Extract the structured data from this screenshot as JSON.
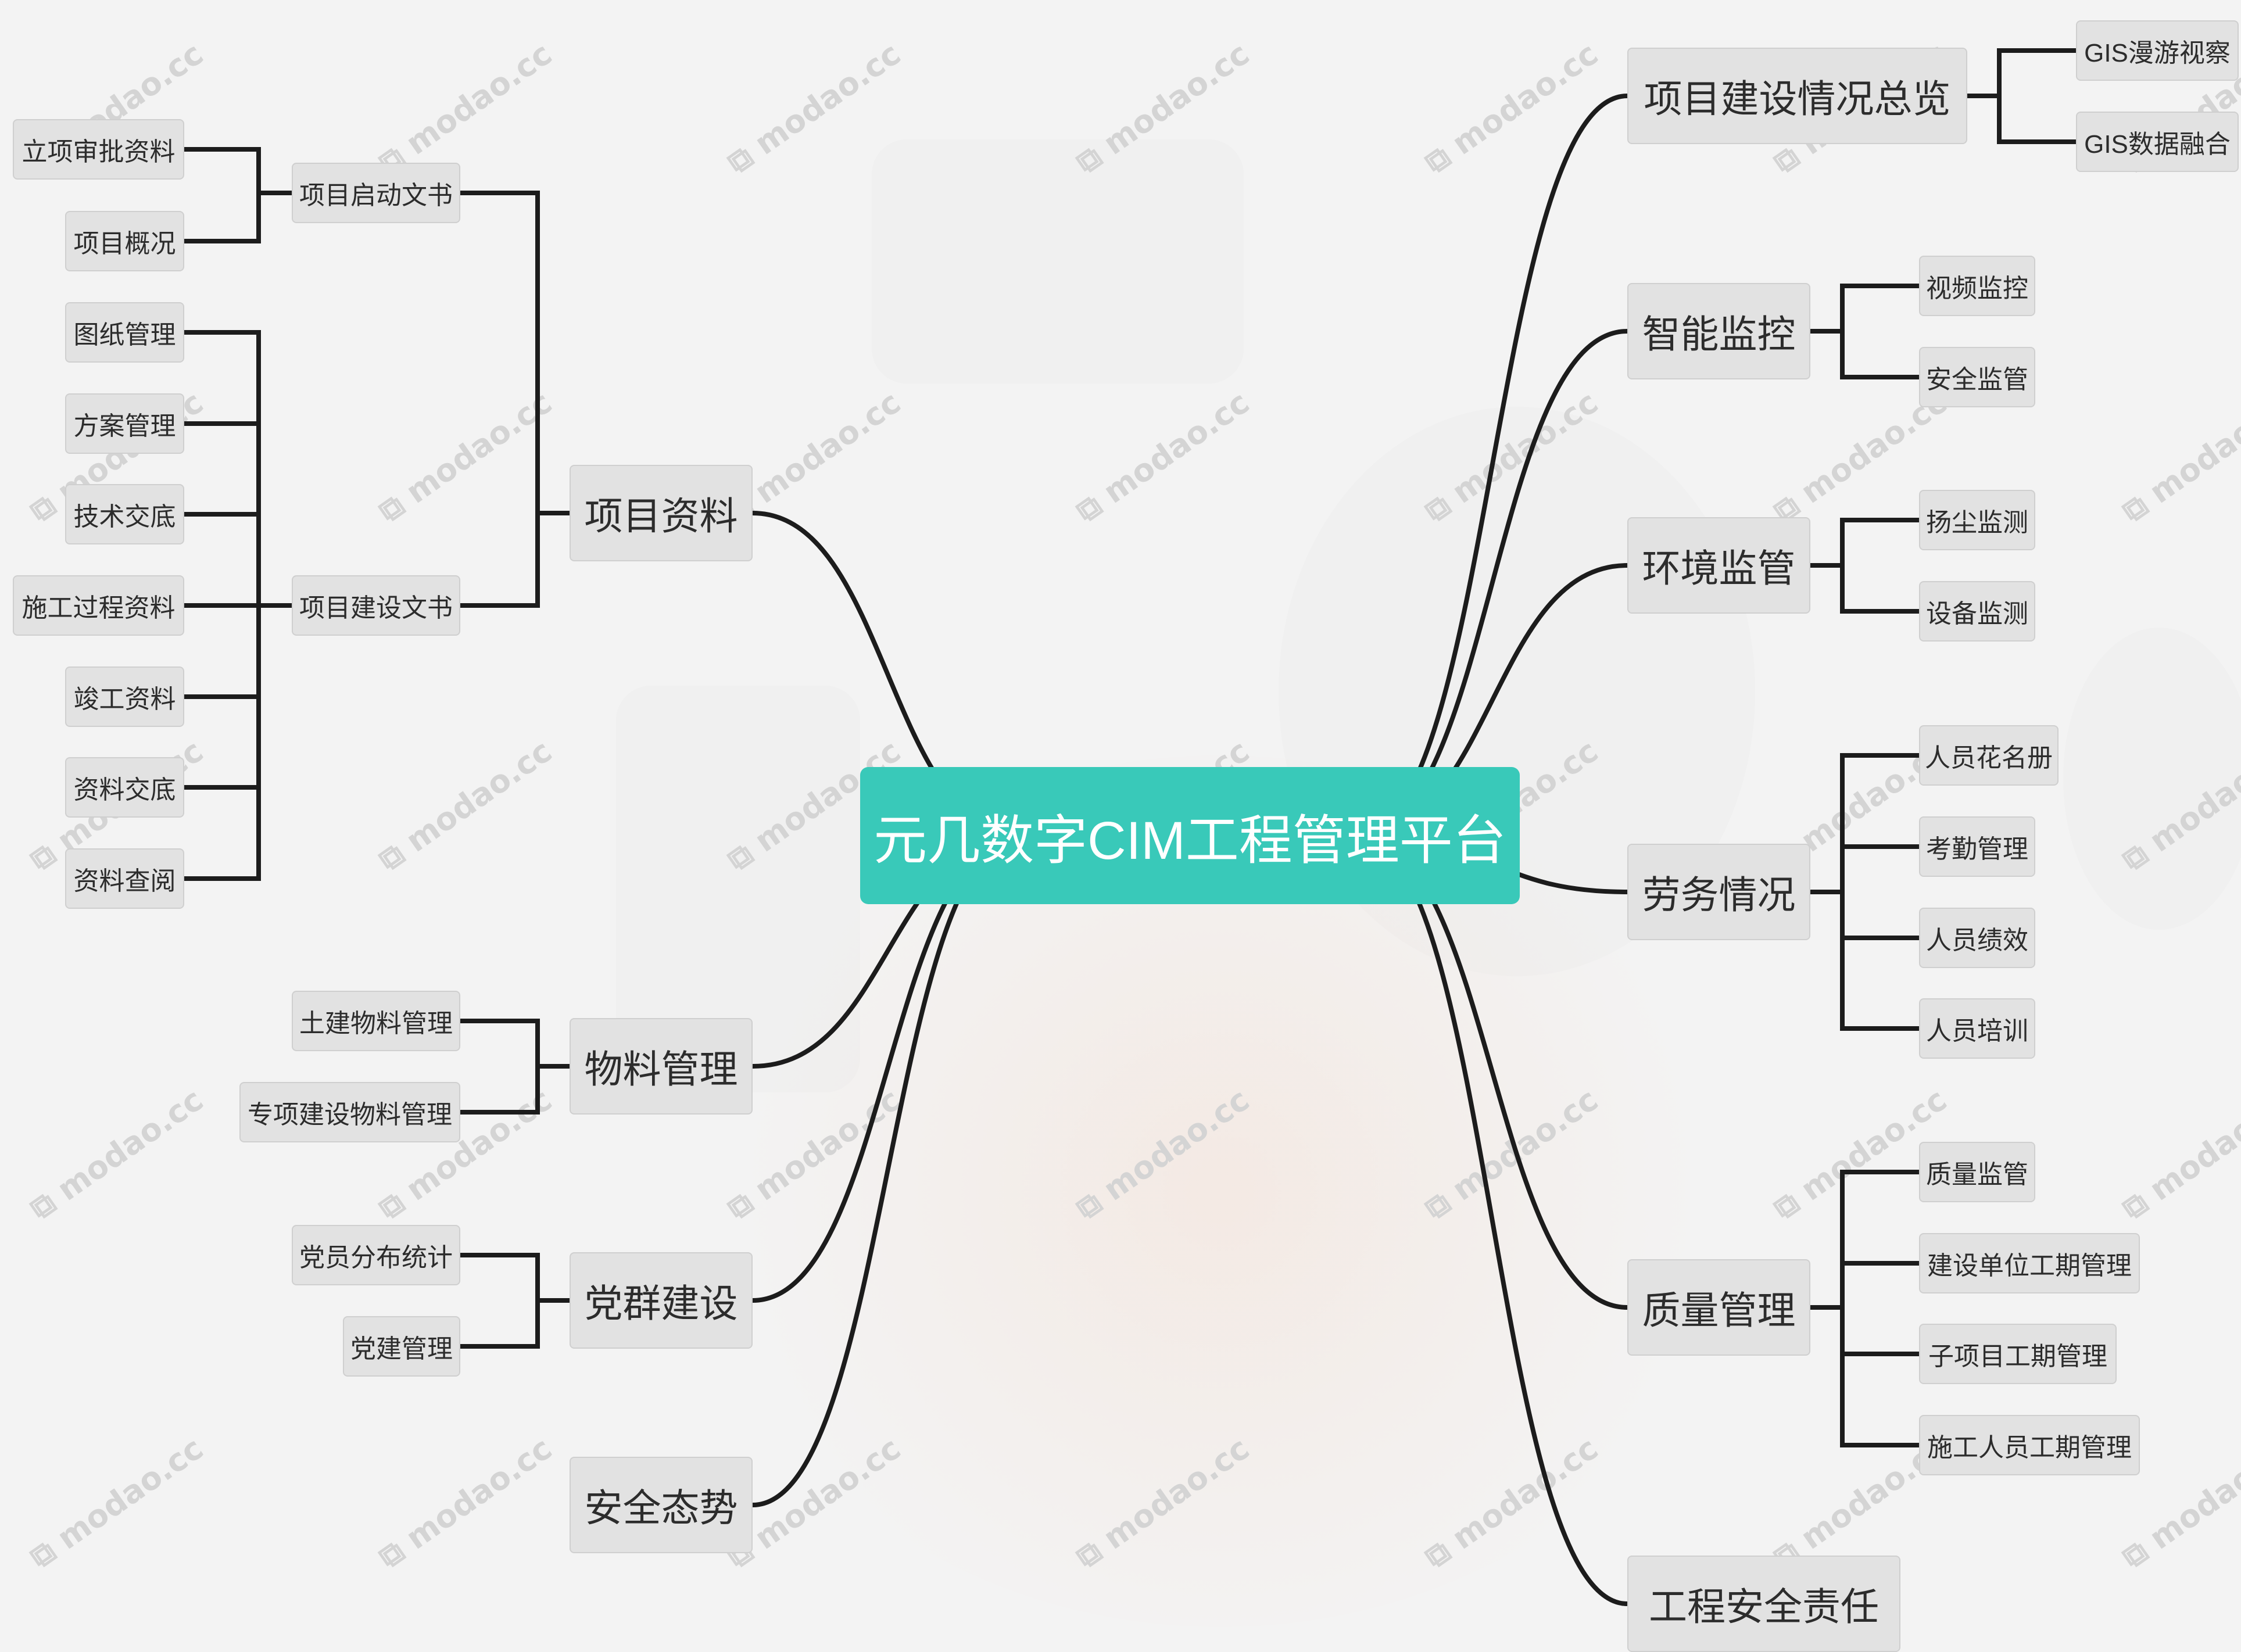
{
  "root": "元几数字CIM工程管理平台",
  "left": [
    {
      "label": "项目资料",
      "children": [
        {
          "label": "项目启动文书",
          "children": [
            "立项审批资料",
            "项目概况"
          ]
        },
        {
          "label": "项目建设文书",
          "children": [
            "图纸管理",
            "方案管理",
            "技术交底",
            "施工过程资料",
            "竣工资料",
            "资料交底",
            "资料查阅"
          ]
        }
      ]
    },
    {
      "label": "物料管理",
      "children": [
        "土建物料管理",
        "专项建设物料管理"
      ]
    },
    {
      "label": "党群建设",
      "children": [
        "党员分布统计",
        "党建管理"
      ]
    },
    {
      "label": "安全态势",
      "children": []
    }
  ],
  "right": [
    {
      "label": "项目建设情况总览",
      "children": [
        "GIS漫游视察",
        "GIS数据融合"
      ]
    },
    {
      "label": "智能监控",
      "children": [
        "视频监控",
        "安全监管"
      ]
    },
    {
      "label": "环境监管",
      "children": [
        "扬尘监测",
        "设备监测"
      ]
    },
    {
      "label": "劳务情况",
      "children": [
        "人员花名册",
        "考勤管理",
        "人员绩效",
        "人员培训"
      ]
    },
    {
      "label": "质量管理",
      "children": [
        "质量监管",
        "建设单位工期管理",
        "子项目工期管理",
        "施工人员工期管理"
      ]
    },
    {
      "label": "工程安全责任",
      "children": []
    }
  ],
  "watermark": "modao.cc",
  "colors": {
    "root_fill": "#39c9b9",
    "node_fill": "#e2e2e2",
    "link": "#1c1c1c",
    "text": "#2c2c2c"
  }
}
